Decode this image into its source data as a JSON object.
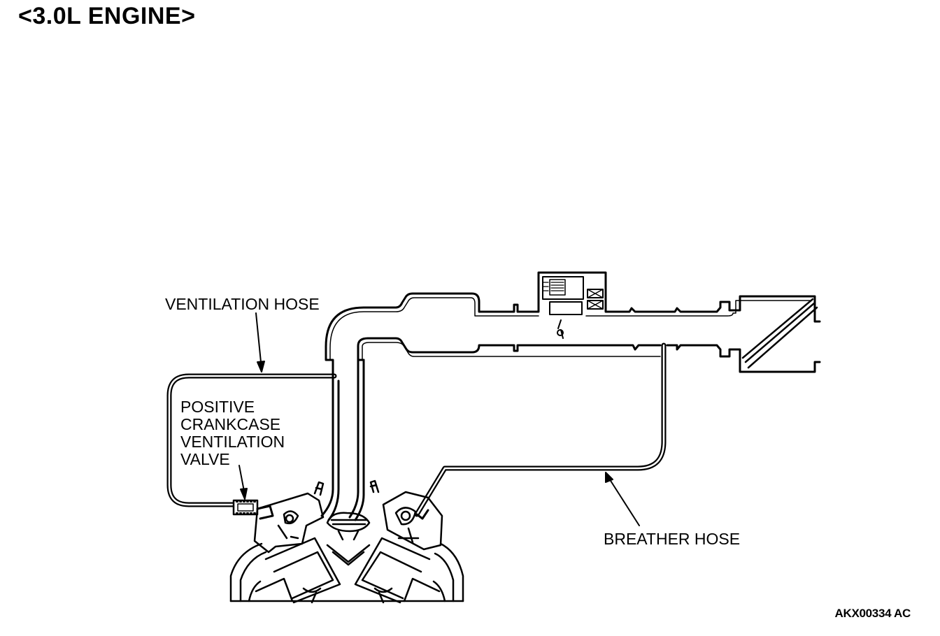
{
  "title": "<3.0L ENGINE>",
  "labels": {
    "ventilation_hose": "VENTILATION HOSE",
    "pcv_valve": [
      "POSITIVE",
      "CRANKCASE",
      "VENTILATION",
      "VALVE"
    ],
    "breather_hose": "BREATHER HOSE"
  },
  "figure_id": "AKX00334 AC"
}
